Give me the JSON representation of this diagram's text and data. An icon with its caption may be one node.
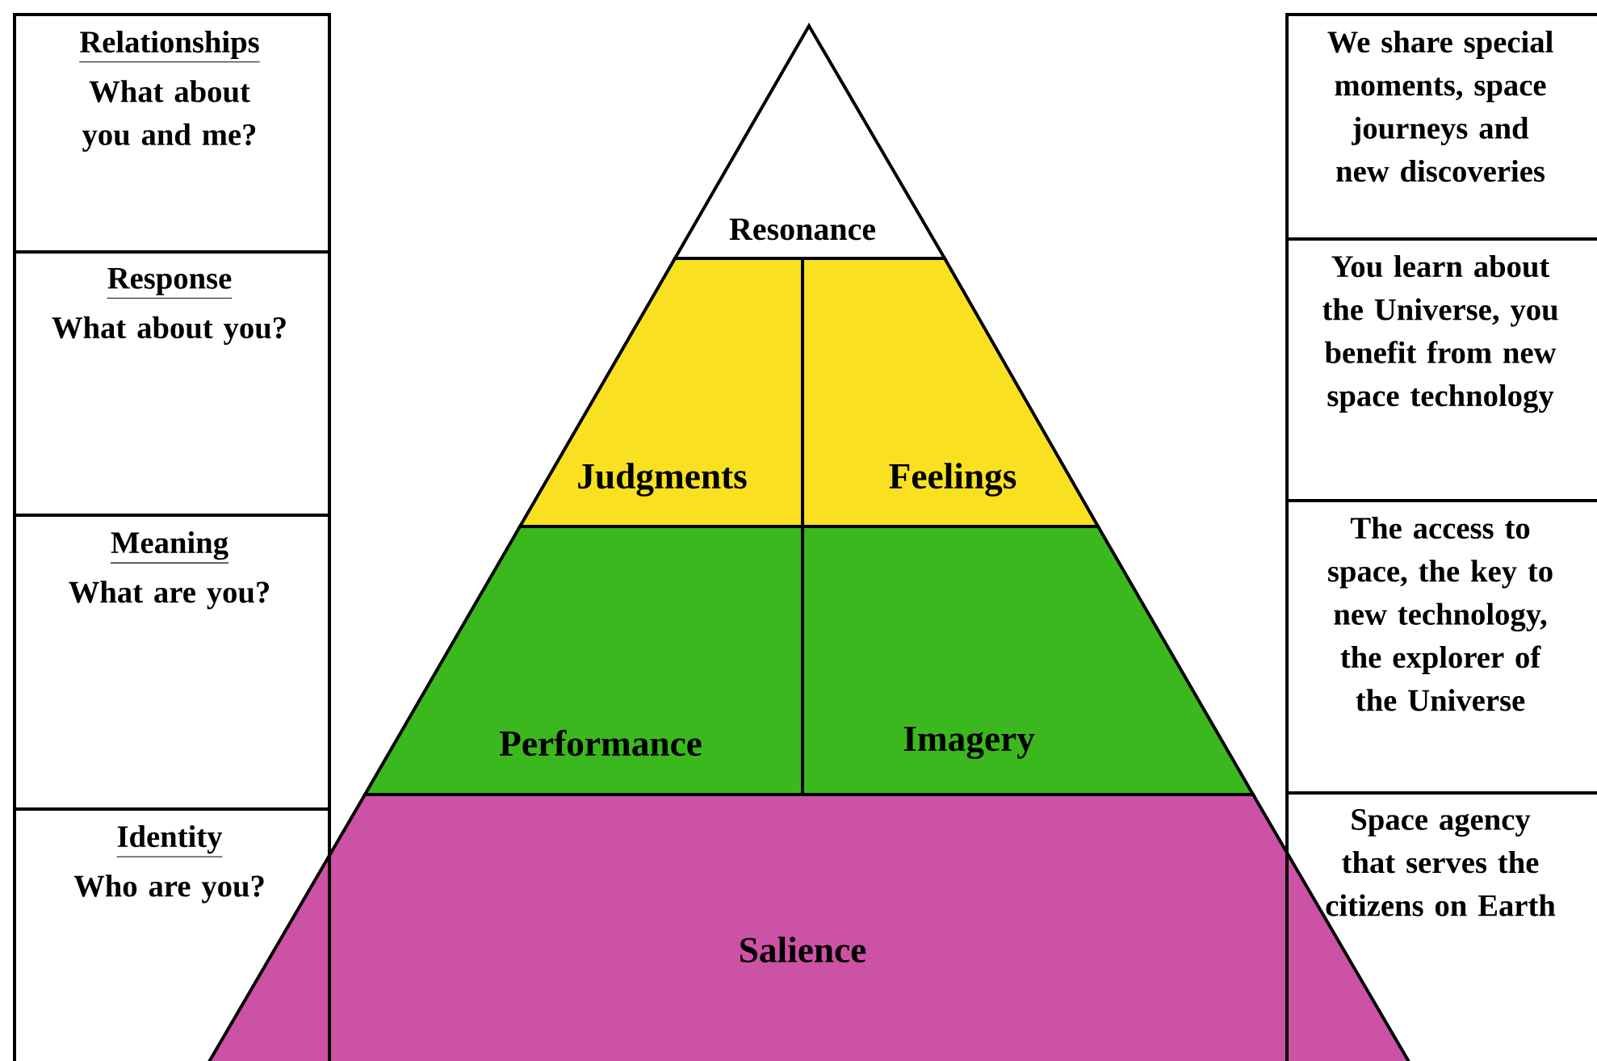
{
  "diagram": {
    "nodes": [
      {
        "text": [
          "Relationships",
          "What about you and me?"
        ]
      },
      {
        "text": [
          "Response",
          "What about you?"
        ]
      },
      {
        "text": [
          "Meaning",
          "What are you?"
        ]
      },
      {
        "text": [
          "Identity",
          "Who are you?"
        ]
      },
      {
        "text": [
          "We share special moments, space journeys and new discoveries"
        ]
      },
      {
        "text": [
          "You learn about the Universe, you benefit from new space technology"
        ]
      },
      {
        "text": [
          "The access to space, the key to new technology, the explorer of the Universe"
        ]
      },
      {
        "text": [
          "Space agency that serves the citizens on Earth"
        ]
      },
      {
        "text": [
          "Resonance"
        ]
      },
      {
        "text": [
          "Judgments"
        ]
      },
      {
        "text": [
          "Feelings"
        ]
      },
      {
        "text": [
          "Performance"
        ]
      },
      {
        "text": [
          "Imagery"
        ]
      },
      {
        "text": [
          "Salience"
        ]
      }
    ]
  }
}
